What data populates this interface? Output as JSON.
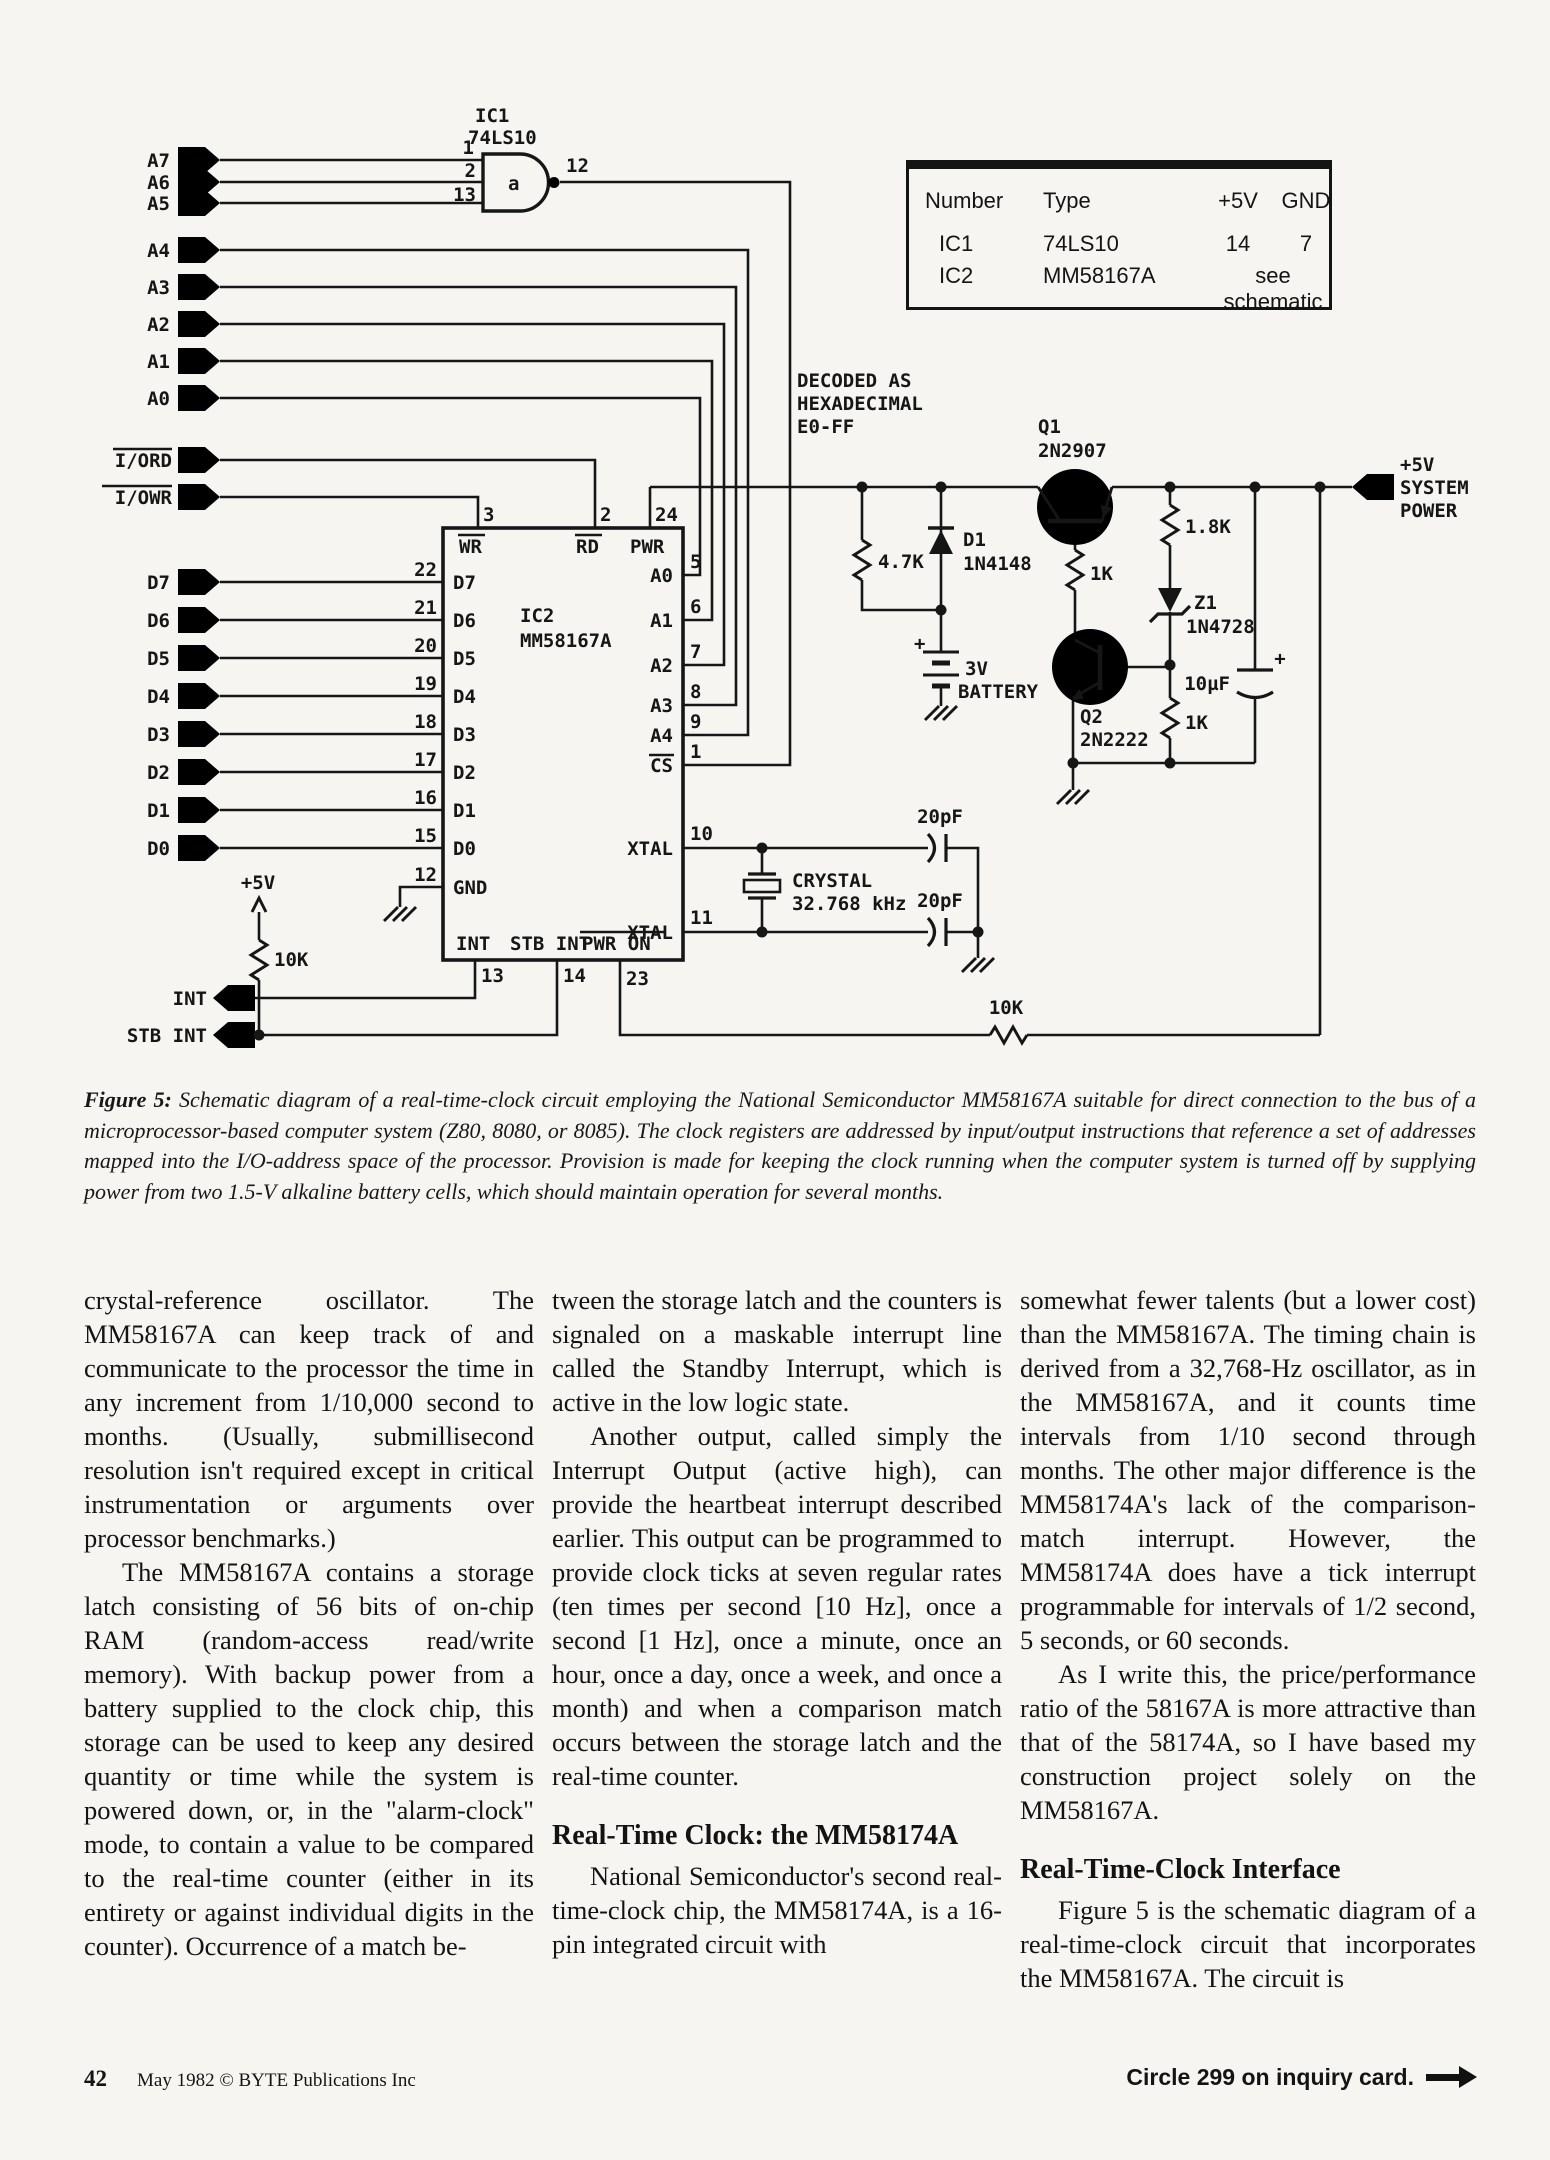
{
  "schematic": {
    "ic1": {
      "name": "IC1",
      "part": "74LS10",
      "gate": "a",
      "p1": "1",
      "p2": "2",
      "p3": "13",
      "pout": "12"
    },
    "addr": [
      "A7",
      "A6",
      "A5",
      "A4",
      "A3",
      "A2",
      "A1",
      "A0"
    ],
    "ctrl": [
      "I/ORD",
      "I/OWR"
    ],
    "data": [
      "D7",
      "D6",
      "D5",
      "D4",
      "D3",
      "D2",
      "D1",
      "D0"
    ],
    "note": [
      "DECODED AS",
      "HEXADECIMAL",
      "E0-FF"
    ],
    "ic2": {
      "name": "IC2",
      "part": "MM58167A",
      "top": [
        {
          "n": "3",
          "l": "WR"
        },
        {
          "n": "2",
          "l": "RD"
        },
        {
          "n": "24",
          "l": "PWR"
        }
      ],
      "left": [
        {
          "n": "22",
          "l": "D7"
        },
        {
          "n": "21",
          "l": "D6"
        },
        {
          "n": "20",
          "l": "D5"
        },
        {
          "n": "19",
          "l": "D4"
        },
        {
          "n": "18",
          "l": "D3"
        },
        {
          "n": "17",
          "l": "D2"
        },
        {
          "n": "16",
          "l": "D1"
        },
        {
          "n": "15",
          "l": "D0"
        },
        {
          "n": "12",
          "l": "GND"
        }
      ],
      "right": [
        {
          "n": "5",
          "l": "A0"
        },
        {
          "n": "6",
          "l": "A1"
        },
        {
          "n": "7",
          "l": "A2"
        },
        {
          "n": "8",
          "l": "A3"
        },
        {
          "n": "9",
          "l": "A4"
        },
        {
          "n": "1",
          "l": "CS"
        },
        {
          "n": "10",
          "l": "XTAL"
        },
        {
          "n": "11",
          "l": "XTAL"
        }
      ],
      "bottom": [
        {
          "n": "13",
          "l": "INT"
        },
        {
          "n": "14",
          "l": "STB INT"
        },
        {
          "n": "23",
          "l": "PWR ON"
        }
      ]
    },
    "out": [
      "INT",
      "STB INT"
    ],
    "pw": {
      "q1": "Q1",
      "q1p": "2N2907",
      "q2": "Q2",
      "q2p": "2N2222",
      "d1": "D1",
      "d1p": "1N4148",
      "z1": "Z1",
      "z1p": "1N4728",
      "r47": "4.7K",
      "r1ka": "1K",
      "r18": "1.8K",
      "r1kb": "1K",
      "r10a": "10K",
      "r10b": "10K",
      "batp": "+",
      "batv": "3V",
      "batl": "BATTERY",
      "capp": "+",
      "capv": "10µF",
      "v5": "+5V",
      "sys1": "+5V",
      "sys2": "SYSTEM",
      "sys3": "POWER"
    },
    "xt": {
      "label": "CRYSTAL",
      "freq": "32.768 kHz",
      "c1": "20pF",
      "c2": "20pF"
    }
  },
  "parts_table": {
    "headers": [
      "Number",
      "Type",
      "+5V",
      "GND"
    ],
    "row1": {
      "number": "IC1",
      "type": "74LS10",
      "v5": "14",
      "gnd": "7"
    },
    "row2": {
      "number": "IC2",
      "type": "MM58167A",
      "note": "see schematic"
    }
  },
  "caption": {
    "label": "Figure 5:",
    "text": "Schematic diagram of a real-time-clock circuit employing the National Semiconductor MM58167A suitable for direct connection to the bus of a microprocessor-based computer system (Z80, 8080, or 8085). The clock registers are addressed by input/output instructions that reference a set of addresses mapped into the I/O-address space of the processor. Provision is made for keeping the clock running when the computer system is turned off by supplying power from two 1.5-V alkaline battery cells, which should maintain operation for several months."
  },
  "article": {
    "col1": {
      "p1": "crystal-reference oscillator. The MM58167A can keep track of and communicate to the processor the time in any increment from 1/10,000 second to months. (Usually, submillisecond resolution isn't required except in critical instrumentation or arguments over processor benchmarks.)",
      "p2": "The MM58167A contains a storage latch consisting of 56 bits of on-chip RAM (random-access read/write memory). With backup power from a battery supplied to the clock chip, this storage can be used to keep any desired quantity or time while the system is powered down, or, in the \"alarm-clock\" mode, to contain a value to be compared to the real-time counter (either in its entirety or against individual digits in the counter). Occurrence of a match be-"
    },
    "col2": {
      "p1": "tween the storage latch and the counters is signaled on a maskable interrupt line called the Standby Interrupt, which is active in the low logic state.",
      "p2": "Another output, called simply the Interrupt Output (active high), can provide the heartbeat interrupt described earlier. This output can be programmed to provide clock ticks at seven regular rates (ten times per second [10 Hz], once a second [1 Hz], once a minute, once an hour, once a day, once a week, and once a month) and when a comparison match occurs between the storage latch and the real-time counter.",
      "heading": "Real-Time Clock: the MM58174A",
      "p3": "National Semiconductor's second real-time-clock chip, the MM58174A, is a 16-pin integrated circuit with"
    },
    "col3": {
      "p1": "somewhat fewer talents (but a lower cost) than the MM58167A. The timing chain is derived from a 32,768-Hz oscillator, as in the MM58167A, and it counts time intervals from 1/10 second through months. The other major difference is the MM58174A's lack of the comparison-match interrupt. However, the MM58174A does have a tick interrupt programmable for intervals of 1/2 second, 5 seconds, or 60 seconds.",
      "p2": "As I write this, the price/performance ratio of the 58167A is more attractive than that of the 58174A, so I have based my construction project solely on the MM58167A.",
      "heading": "Real-Time-Clock Interface",
      "p3": "Figure 5 is the schematic diagram of a real-time-clock circuit that incorporates the MM58167A. The circuit is"
    }
  },
  "footer": {
    "page": "42",
    "credit": "May 1982 © BYTE Publications Inc",
    "inquiry": "Circle 299 on inquiry card."
  }
}
